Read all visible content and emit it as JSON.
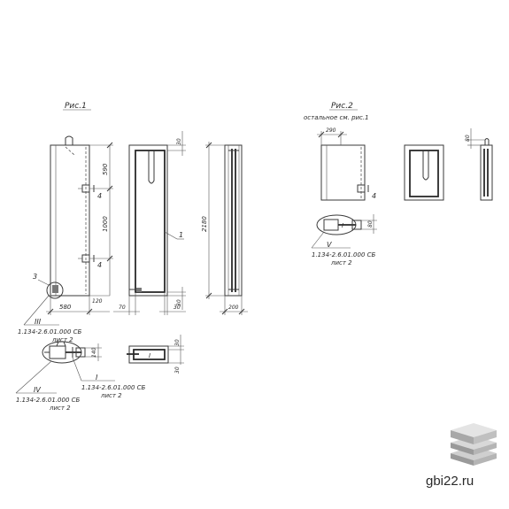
{
  "figure1": {
    "title": "Рис.1",
    "elevation": {
      "dim_top": "590",
      "dim_mid": "1000",
      "dim_width": "580",
      "dim_edge": "120",
      "node_mark_3": "3",
      "section_mark_4a": "4",
      "section_mark_4b": "4",
      "node_label": "III",
      "node_ref": "1.134-2.6.01.000 СБ",
      "node_sheet": "лист 2"
    },
    "frame": {
      "dim_top": "30",
      "dim_bottom": "30",
      "dim_left": "70",
      "dim_right": "30",
      "item_mark": "1"
    },
    "side": {
      "dim_height": "2180",
      "dim_width": "200"
    },
    "detail": {
      "dim": "140",
      "callout_iv": "IV",
      "callout_iv_ref": "1.134-2.6.01.000 СБ",
      "callout_iv_sheet": "лист 2",
      "callout_i": "I",
      "callout_i_ref": "1.134-2.6.01.000 СБ",
      "callout_i_sheet": "лист 2"
    },
    "section": {
      "dim_top": "30",
      "dim_bottom": "30",
      "label": "I"
    }
  },
  "figure2": {
    "title": "Рис.2",
    "subtitle": "остальное см. рис.1",
    "elevation": {
      "dim_top": "290",
      "section_mark": "4"
    },
    "side": {
      "dim_top": "80"
    },
    "detail": {
      "dim": "80",
      "label": "I",
      "callout": "V",
      "ref": "1.134-2.6.01.000 СБ",
      "sheet": "лист 2"
    }
  },
  "watermark": {
    "site": "gbi22.ru",
    "colors": {
      "logo_top": "#d8d8d8",
      "logo_side": "#9a9a9a",
      "text": "#2a2a2a"
    }
  }
}
